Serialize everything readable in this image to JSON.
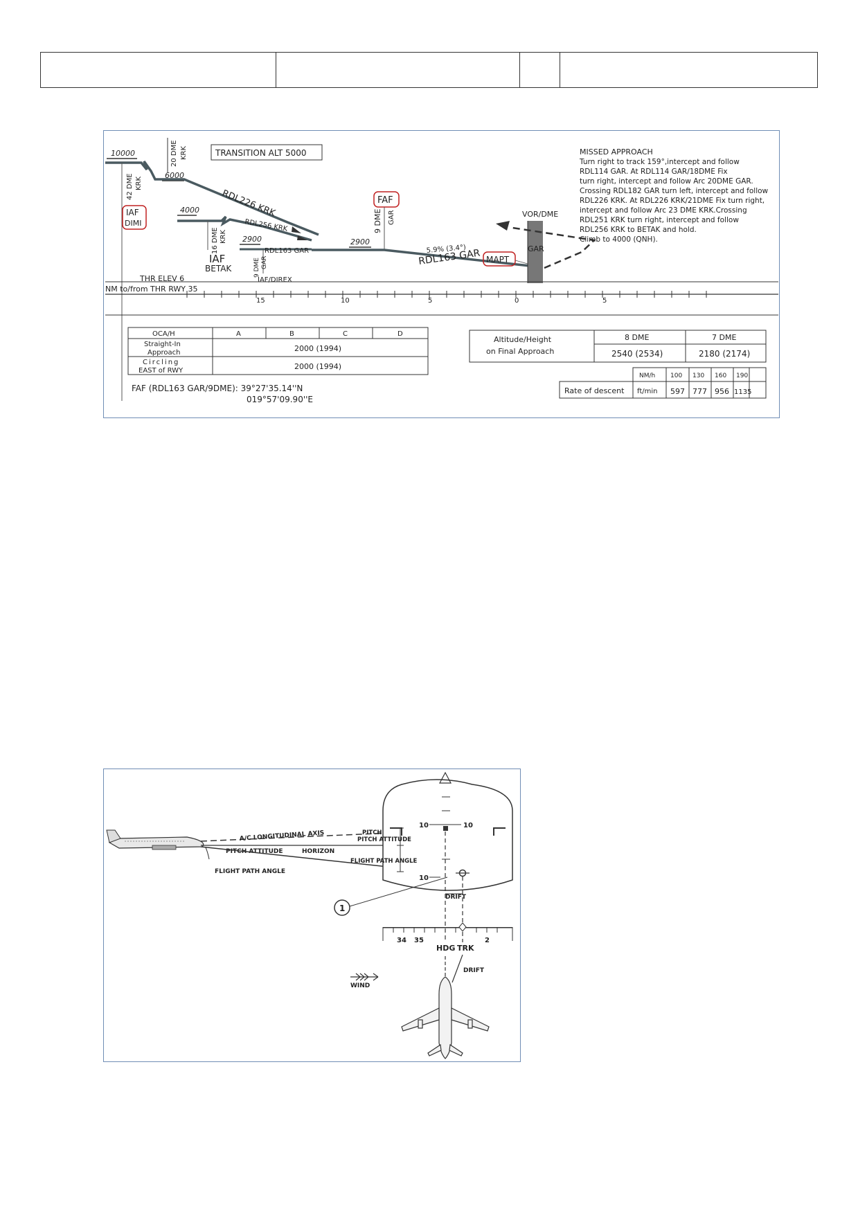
{
  "header": {
    "cells": [
      "",
      "",
      "",
      ""
    ]
  },
  "approach_chart": {
    "alt_10000": "10000",
    "dme_20": "20 DME",
    "krk": "KRK",
    "transition_alt": "TRANSITION ALT 5000",
    "alt_6000": "6000",
    "dme_42": "42 DME",
    "iaf": "IAF",
    "dimi": "DIMI",
    "alt_4000": "4000",
    "rdl226": "RDL226 KRK",
    "rdl256": "RDL256 KRK",
    "dme_16": "16 DME",
    "iaf_betak": "IAF",
    "betak": "BETAK",
    "alt_2900_a": "2900",
    "rdl163_gar_small": "RDL163 GAR",
    "dme_9_small": "9 DME",
    "gar": "GAR",
    "iaf_direx": "IAF/DIREX",
    "faf": "FAF",
    "dme_9": "9 DME",
    "alt_2900_b": "2900",
    "glide": "5.9% (3.4°)",
    "rdl163": "RDL163 GAR",
    "mapt": "MAPT",
    "vor_dme": "VOR/DME",
    "gar_station": "GAR",
    "thr_elev": "THR ELEV 6",
    "nm_from": "NM to/from THR RWY 35",
    "ticks": [
      "15",
      "10",
      "5",
      "0",
      "5"
    ],
    "missed_title": "MISSED APPROACH",
    "missed_lines": [
      "Turn right to track 159°,intercept and follow",
      "RDL114 GAR. At RDL114 GAR/18DME Fix",
      "turn right, intercept and follow Arc 20DME GAR.",
      "Crossing RDL182 GAR turn left, intercept and follow",
      "RDL226 KRK. At RDL226 KRK/21DME Fix turn right,",
      "intercept and follow Arc 23 DME KRK.Crossing",
      "RDL251 KRK turn right, intercept and follow",
      "RDL256 KRK to BETAK and hold.",
      "Climb to 4000 (QNH)."
    ],
    "oca_table": {
      "header": [
        "OCA/H",
        "A",
        "B",
        "C",
        "D"
      ],
      "straight_in_1": "Straight-In",
      "straight_in_2": "Approach",
      "straight_value": "2000 (1994)",
      "circling_1": "Circling",
      "circling_2": "EAST of RWY",
      "circling_value": "2000 (1994)"
    },
    "faf_coord_1": "FAF (RDL163 GAR/9DME): 39°27'35.14''N",
    "faf_coord_2": "019°57'09.90''E",
    "alt_table": {
      "label_1": "Altitude/Height",
      "label_2": "on Final Approach",
      "dme8": "8 DME",
      "dme7": "7 DME",
      "val8": "2540 (2534)",
      "val7": "2180 (2174)"
    },
    "descent_table": {
      "speed_label": "NM/h",
      "speeds": [
        "100",
        "130",
        "160",
        "190"
      ],
      "label": "Rate of descent",
      "unit": "ft/min",
      "rates": [
        "597",
        "777",
        "956",
        "1135"
      ]
    }
  },
  "fpa_diagram": {
    "longitudinal_axis": "A/C LONGITUDINAL AXIS",
    "pitch_attitude": "PITCH ATTITUDE",
    "horizon": "HORIZON",
    "flight_path_angle": "FLIGHT PATH ANGLE",
    "pitch_attitude_label": "PITCH ATTITUDE",
    "fpa_label": "FLIGHT PATH ANGLE",
    "ten": "10",
    "callout": "1",
    "drift": "DRIFT",
    "hdg_scale": [
      "34",
      "35",
      "2"
    ],
    "hdg": "HDG",
    "trk": "TRK",
    "drift_2": "DRIFT",
    "wind": "WIND"
  }
}
